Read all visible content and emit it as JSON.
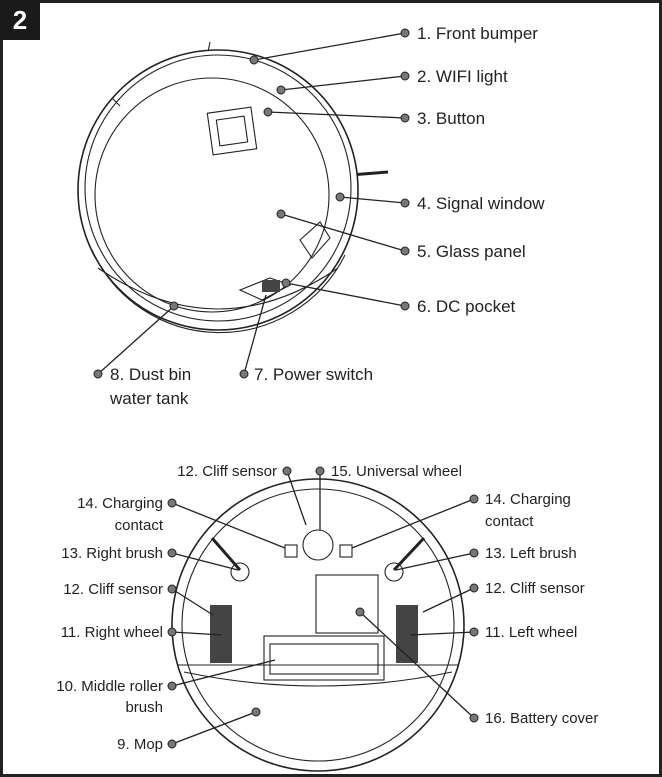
{
  "figure_number": "2",
  "top_view": {
    "labels": [
      "1. Front bumper",
      "2. WIFI light",
      "3. Button",
      "4. Signal window",
      "5. Glass panel",
      "6. DC pocket",
      "7. Power switch",
      "8. Dust bin",
      "water tank"
    ]
  },
  "bottom_view": {
    "labels": [
      "12. Cliff sensor",
      "15. Universal wheel",
      "14. Charging",
      "contact",
      "14. Charging",
      "contact",
      "13. Right brush",
      "13. Left brush",
      "12. Cliff sensor",
      "12. Cliff sensor",
      "11. Right wheel",
      "11. Left wheel",
      "10. Middle roller",
      "brush",
      "16. Battery cover",
      "9. Mop"
    ]
  }
}
